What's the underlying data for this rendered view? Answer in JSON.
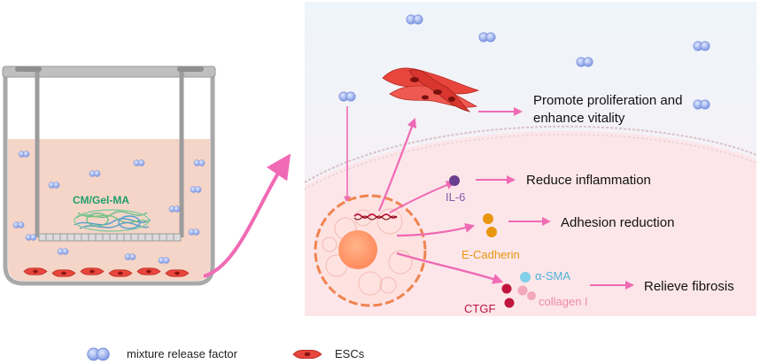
{
  "well": {
    "scaffold_label": "CM/Gel-MA"
  },
  "outcomes": {
    "proliferation_line1": "Promote proliferation and",
    "proliferation_line2": "enhance vitality",
    "inflammation": "Reduce inflammation",
    "adhesion": "Adhesion reduction",
    "fibrosis": "Relieve fibrosis"
  },
  "markers": {
    "il6": "IL-6",
    "ecadherin": "E-Cadherin",
    "asma": "α-SMA",
    "collagen": "collagen I",
    "ctgf": "CTGF"
  },
  "legend": {
    "factor_label": "mixture release factor",
    "cells_label": "ESCs"
  },
  "colors": {
    "arrow": "#f06ab4",
    "scaffold_text": "#1e9e6a",
    "il6_dot": "#6a3f8f",
    "il6_text": "#8a5aa8",
    "ecadherin_dot": "#e8960e",
    "ecadherin_text": "#e8960e",
    "asma_dot": "#7fd0e8",
    "asma_text": "#4fb3d6",
    "collagen_dot": "#f4a7b9",
    "collagen_text": "#f08aa4",
    "ctgf_dot": "#c0143c",
    "ctgf_text": "#c0143c",
    "cell": "#e8453c",
    "factor": "#8fa6ea"
  }
}
